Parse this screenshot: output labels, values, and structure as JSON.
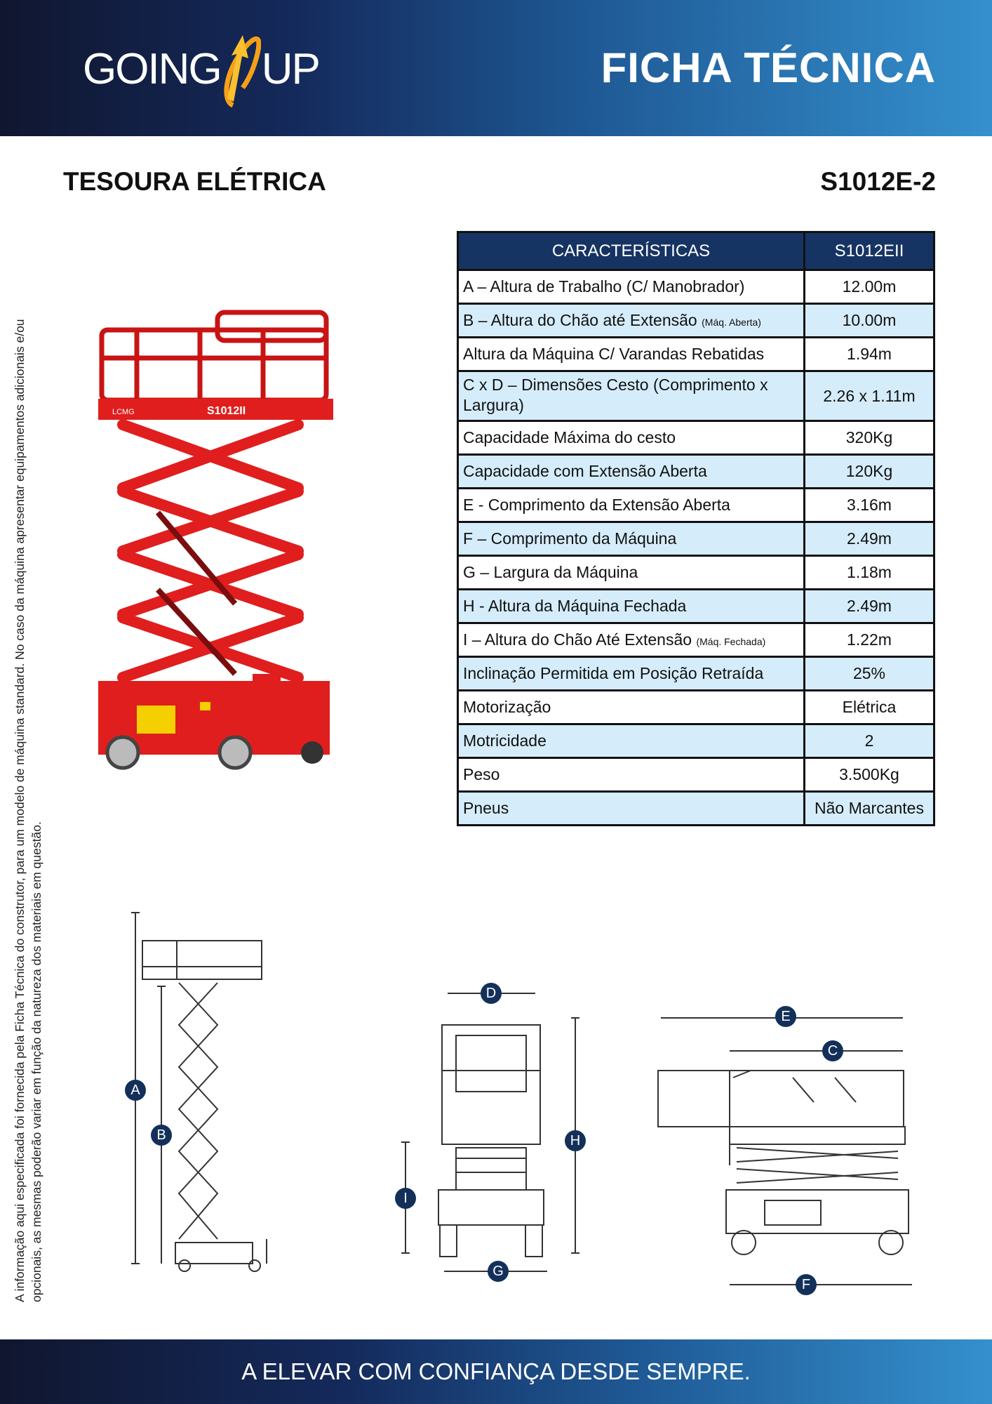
{
  "header": {
    "logo_text": "GOING UP",
    "logo_left": "GOING",
    "logo_right": "UP",
    "title": "FICHA TÉCNICA"
  },
  "product": {
    "type": "TESOURA ELÉTRICA",
    "model": "S1012E-2",
    "machine_label": "S1012II",
    "machine_brand": "LCMG"
  },
  "disclaimer": {
    "line1": "A informação aqui especificada foi fornecida pela Ficha Técnica do construtor, para um modelo de máquina standard. No caso da máquina apresentar equipamentos adicionais e/ou",
    "line2": "opcionais, as mesmas poderão variar em função da natureza dos materiais em questão."
  },
  "table": {
    "headers": [
      "CARACTERÍSTICAS",
      "S1012EII"
    ],
    "rows": [
      {
        "label": "A – Altura de Trabalho (C/ Manobrador)",
        "note": "",
        "value": "12.00m"
      },
      {
        "label": "B – Altura do Chão até Extensão ",
        "note": "(Máq. Aberta)",
        "value": "10.00m"
      },
      {
        "label": "Altura da Máquina C/ Varandas Rebatidas",
        "note": "",
        "value": "1.94m"
      },
      {
        "label": "C x D – Dimensões Cesto (Comprimento x Largura)",
        "note": "",
        "value": "2.26 x 1.11m"
      },
      {
        "label": "Capacidade Máxima do cesto",
        "note": "",
        "value": "320Kg"
      },
      {
        "label": "Capacidade com Extensão Aberta",
        "note": "",
        "value": "120Kg"
      },
      {
        "label": "E - Comprimento da Extensão Aberta",
        "note": "",
        "value": "3.16m"
      },
      {
        "label": "F – Comprimento da Máquina",
        "note": "",
        "value": "2.49m"
      },
      {
        "label": "G – Largura da Máquina",
        "note": "",
        "value": "1.18m"
      },
      {
        "label": "H - Altura da Máquina Fechada",
        "note": "",
        "value": "2.49m"
      },
      {
        "label": "I – Altura do Chão Até Extensão ",
        "note": "(Máq. Fechada)",
        "value": "1.22m"
      },
      {
        "label": "Inclinação Permitida em Posição Retraída",
        "note": "",
        "value": "25%"
      },
      {
        "label": "Motorização",
        "note": "",
        "value": "Elétrica"
      },
      {
        "label": "Motricidade",
        "note": "",
        "value": "2"
      },
      {
        "label": "Peso",
        "note": "",
        "value": "3.500Kg"
      },
      {
        "label": "Pneus",
        "note": "",
        "value": "Não Marcantes"
      }
    ]
  },
  "diagram_labels": {
    "a": "A",
    "b": "B",
    "c": "C",
    "d": "D",
    "e": "E",
    "f": "F",
    "g": "G",
    "h": "H",
    "i": "I"
  },
  "footer": {
    "slogan": "A ELEVAR COM CONFIANÇA DESDE SEMPRE."
  },
  "colors": {
    "navy": "#163463",
    "row_alt": "#d5edfb",
    "machine_red": "#e01e1e",
    "logo_orange": "#f6a01a"
  }
}
